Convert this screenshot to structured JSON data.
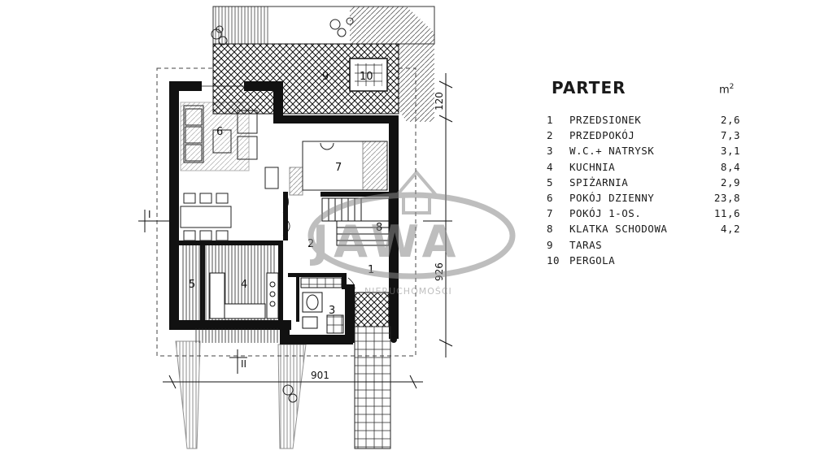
{
  "legend": {
    "title": "PARTER",
    "unit": "m",
    "unit_sup": "2",
    "rooms": [
      {
        "num": "1",
        "name": "PRZEDSIONEK",
        "area": "2,6"
      },
      {
        "num": "2",
        "name": "PRZEDPOKÓJ",
        "area": "7,3"
      },
      {
        "num": "3",
        "name": "W.C.+ NATRYSK",
        "area": "3,1"
      },
      {
        "num": "4",
        "name": "KUCHNIA",
        "area": "8,4"
      },
      {
        "num": "5",
        "name": "SPIŻARNIA",
        "area": "2,9"
      },
      {
        "num": "6",
        "name": "POKÓJ DZIENNY",
        "area": "23,8"
      },
      {
        "num": "7",
        "name": "POKÓJ 1-OS.",
        "area": "11,6"
      },
      {
        "num": "8",
        "name": "KLATKA SCHODOWA",
        "area": "4,2"
      },
      {
        "num": "9",
        "name": "TARAS",
        "area": ""
      },
      {
        "num": "10",
        "name": "PERGOLA",
        "area": ""
      }
    ]
  },
  "plan": {
    "room_labels": [
      "1",
      "2",
      "3",
      "4",
      "5",
      "6",
      "7",
      "8",
      "9",
      "10"
    ],
    "dimensions": {
      "width": "901",
      "depth": "926",
      "offset": "120"
    },
    "section_marks": {
      "left": "I",
      "bottom": "II"
    }
  },
  "watermark": {
    "brand": "JAWA",
    "sub": "NIERUCHOMOŚCI",
    "color": "#8a8a8a"
  }
}
